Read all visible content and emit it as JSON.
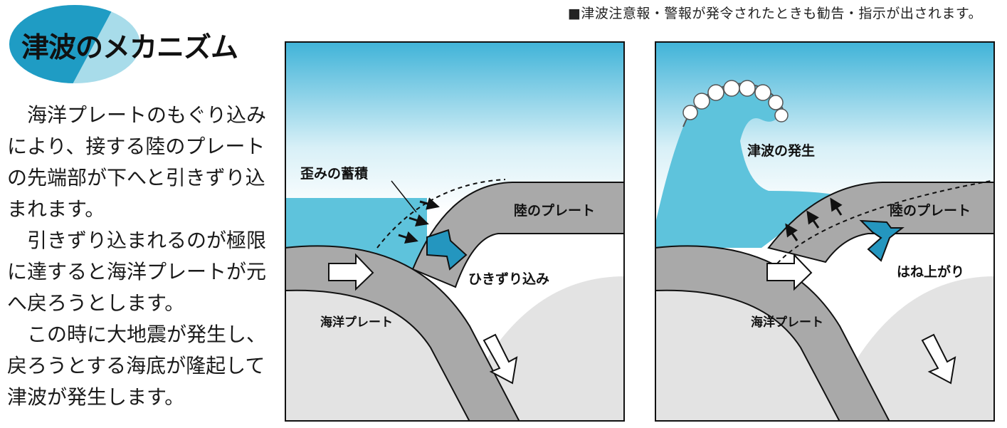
{
  "top_note": "■津波注意報・警報が発令されたときも勧告・指示が出されます。",
  "title": "津波のメカニズム",
  "description": [
    "　海洋プレートのもぐり込みにより、接する陸のプレートの先端部が下へと引きずり込まれます。",
    "　引きずり込まれるのが極限に達すると海洋プレートが元へ戻ろうとします。",
    "　この時に大地震が発生し、戻ろうとする海底が隆起して津波が発生します。"
  ],
  "panel_left": {
    "label_strain": "歪みの蓄積",
    "label_land_plate": "陸のプレート",
    "label_drag": "ひきずり込み",
    "label_ocean_plate": "海洋プレート"
  },
  "panel_right": {
    "label_tsunami": "津波の発生",
    "label_land_plate": "陸のプレート",
    "label_rebound": "はね上がり",
    "label_ocean_plate": "海洋プレート"
  },
  "colors": {
    "sea": "#5ec3dc",
    "sky_top": "#3fb3d8",
    "plate_gray": "#a9a9a9",
    "ground": "#e3e3e3",
    "accent_arrow": "#2496bf",
    "badge_dark": "#1f9cc4",
    "badge_light": "#a8dcea"
  }
}
